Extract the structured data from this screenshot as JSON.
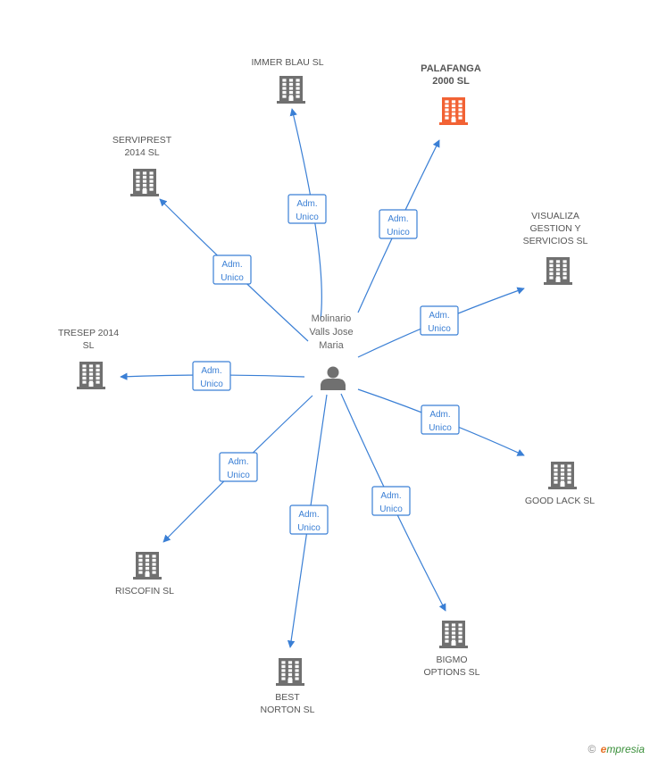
{
  "center": {
    "name_lines": [
      "Molinario",
      "Valls Jose",
      "Maria"
    ]
  },
  "colors": {
    "edge": "#3a7fd5",
    "node": "#707070",
    "highlight": "#f26234",
    "person": "#707070"
  },
  "relationship_label": [
    "Adm.",
    "Unico"
  ],
  "companies": [
    {
      "id": "immer",
      "name_lines": [
        "IMMER BLAU SL"
      ],
      "highlight": false
    },
    {
      "id": "palafanga",
      "name_lines": [
        "PALAFANGA",
        "2000 SL"
      ],
      "highlight": true
    },
    {
      "id": "visualiza",
      "name_lines": [
        "VISUALIZA",
        "GESTION Y",
        "SERVICIOS  SL"
      ],
      "highlight": false
    },
    {
      "id": "goodlack",
      "name_lines": [
        "GOOD LACK SL"
      ],
      "highlight": false
    },
    {
      "id": "bigmo",
      "name_lines": [
        "BIGMO",
        "OPTIONS SL"
      ],
      "highlight": false
    },
    {
      "id": "best",
      "name_lines": [
        "BEST",
        "NORTON SL"
      ],
      "highlight": false
    },
    {
      "id": "riscofin",
      "name_lines": [
        "RISCOFIN  SL"
      ],
      "highlight": false
    },
    {
      "id": "tresep",
      "name_lines": [
        "TRESEP 2014",
        "SL"
      ],
      "highlight": false
    },
    {
      "id": "serviprest",
      "name_lines": [
        "SERVIPREST",
        "2014  SL"
      ],
      "highlight": false
    }
  ],
  "footer": {
    "copyright": "©",
    "brand_initial": "e",
    "brand_rest": "mpresia"
  }
}
